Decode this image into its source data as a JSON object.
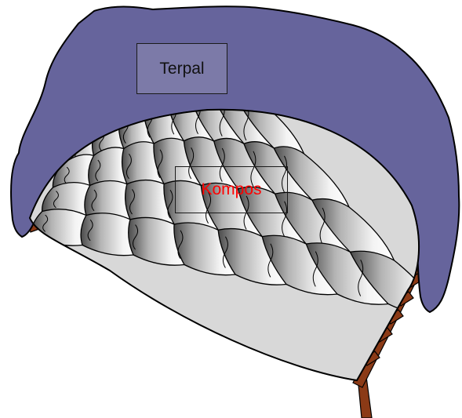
{
  "labels": {
    "terpal": "Terpal",
    "kompos": "Kompos"
  },
  "colors": {
    "tarp": "#66649c",
    "label_box_fill": "#7c7aa8",
    "kompos_text": "#ff0000",
    "frame": "#8b3a16",
    "outline": "#000000"
  },
  "sacks": {
    "rows": 4,
    "columns": 8
  }
}
